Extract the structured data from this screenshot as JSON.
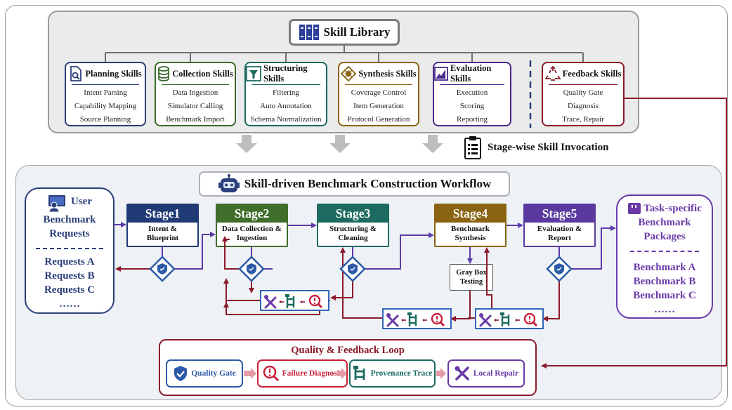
{
  "skill_library": {
    "title": "Skill Library",
    "categories": [
      {
        "title": "Planning Skills",
        "icon": "document-search-icon",
        "color": "#2b3f7a",
        "items": [
          "Intent Parsing",
          "Capability Mapping",
          "Source Planning"
        ]
      },
      {
        "title": "Collection Skills",
        "icon": "database-icon",
        "color": "#3a6b2e",
        "items": [
          "Data Ingestion",
          "Simulator Calling",
          "Benchmark Import"
        ]
      },
      {
        "title": "Structuring Skills",
        "icon": "funnel-icon",
        "color": "#1d6b60",
        "items": [
          "Filtering",
          "Auto Annotation",
          "Schema Normalization"
        ]
      },
      {
        "title": "Synthesis Skills",
        "icon": "diamond-grid-icon",
        "color": "#8a6412",
        "items": [
          "Coverage Control",
          "Item Generation",
          "Protocol Generation"
        ]
      },
      {
        "title": "Evaluation Skills",
        "icon": "chart-icon",
        "color": "#4a2a8c",
        "items": [
          "Execution",
          "Scoring",
          "Reporting"
        ]
      },
      {
        "title": "Feedback Skills",
        "icon": "recycle-icon",
        "color": "#8b1a2b",
        "items": [
          "Quality Gate",
          "Diagnosis",
          "Trace, Repair"
        ]
      }
    ]
  },
  "invocation": {
    "label": "Stage-wise Skill Invocation"
  },
  "workflow": {
    "title": "Skill-driven Benchmark Construction Workflow",
    "user": {
      "title_lines": [
        "User",
        "Benchmark",
        "Requests"
      ],
      "items": [
        "Requests A",
        "Requests B",
        "Requests C",
        "……"
      ]
    },
    "stages": [
      {
        "name": "Stage1",
        "sub": [
          "Intent &",
          "Blueprint"
        ],
        "color": "#1f3a75"
      },
      {
        "name": "Stage2",
        "sub": [
          "Data Collection &",
          "Ingestion"
        ],
        "color": "#3f6d2a"
      },
      {
        "name": "Stage3",
        "sub": [
          "Structuring &",
          "Cleaning"
        ],
        "color": "#1d6b60"
      },
      {
        "name": "Stage4",
        "sub": [
          "Benchmark",
          "Synthesis"
        ],
        "color": "#8a6412"
      },
      {
        "name": "Stage5",
        "sub": [
          "Evaluation &",
          "Report"
        ],
        "color": "#5a3aa0"
      }
    ],
    "gray_box": {
      "lines": [
        "Gray Box",
        "Testing"
      ]
    },
    "output": {
      "title_lines": [
        "Task-specific",
        "Benchmark",
        "Packages"
      ],
      "items": [
        "Benchmark A",
        "Benchmark B",
        "Benchmark C",
        "……"
      ]
    }
  },
  "feedback_loop": {
    "title": "Quality & Feedback Loop",
    "steps": [
      {
        "label": "Quality Gate",
        "icon": "shield-check-icon",
        "color": "#2b5aa8"
      },
      {
        "label": "Failure Diagnosis",
        "icon": "magnifier-alert-icon",
        "color": "#c8203a"
      },
      {
        "label": "Provenance Trace",
        "icon": "branch-icon",
        "color": "#1d6b60"
      },
      {
        "label": "Local Repair",
        "icon": "tools-icon",
        "color": "#6a3aa8"
      }
    ]
  },
  "colors": {
    "feedback": "#8b1a2b",
    "flow": "#5b3aa8",
    "gate": "#2b5aa8"
  }
}
